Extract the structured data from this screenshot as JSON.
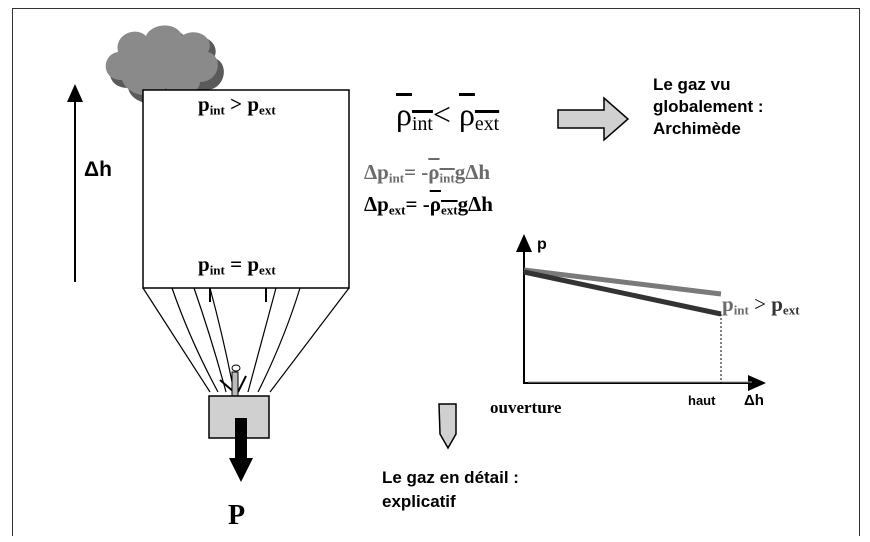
{
  "balloon": {
    "top_eq": {
      "p": "p",
      "int": "int",
      "op": " > ",
      "p2": "p",
      "ext": "ext"
    },
    "bottom_eq": {
      "p": "p",
      "int": "int",
      "op": " = ",
      "p2": "p",
      "ext": "ext"
    },
    "height_label": "Δh",
    "weight_label": "P"
  },
  "density_eq": {
    "rho1": "ρ",
    "int": "int",
    "op": "< ",
    "rho2": "ρ",
    "ext": "ext"
  },
  "global_text": {
    "line1": "Le gaz vu",
    "line2": "globalement :",
    "line3": "Archimède"
  },
  "pressure_eqs": {
    "int": {
      "dp": "Δp",
      "sub": "int",
      "eq": "= -",
      "rho": "ρ",
      "rho_sub": "int",
      "tail": "gΔh"
    },
    "ext": {
      "dp": "Δp",
      "sub": "ext",
      "eq": "= -",
      "rho": "ρ",
      "rho_sub": "ext",
      "tail": "gΔh"
    }
  },
  "graph": {
    "y_label": "p",
    "x_label": "Δh",
    "x_start_label": "ouverture",
    "x_end_label": "haut",
    "annotation": {
      "p": "p",
      "int": "int",
      "op": " > ",
      "p2": "p",
      "ext": "ext"
    }
  },
  "detail_text": {
    "line1": "Le gaz en détail :",
    "line2": "explicatif"
  },
  "colors": {
    "line_int": "#7a7a7a",
    "line_ext": "#333333",
    "cloud": "#8a8a8a",
    "arrow_fill": "#d0d0d0"
  }
}
